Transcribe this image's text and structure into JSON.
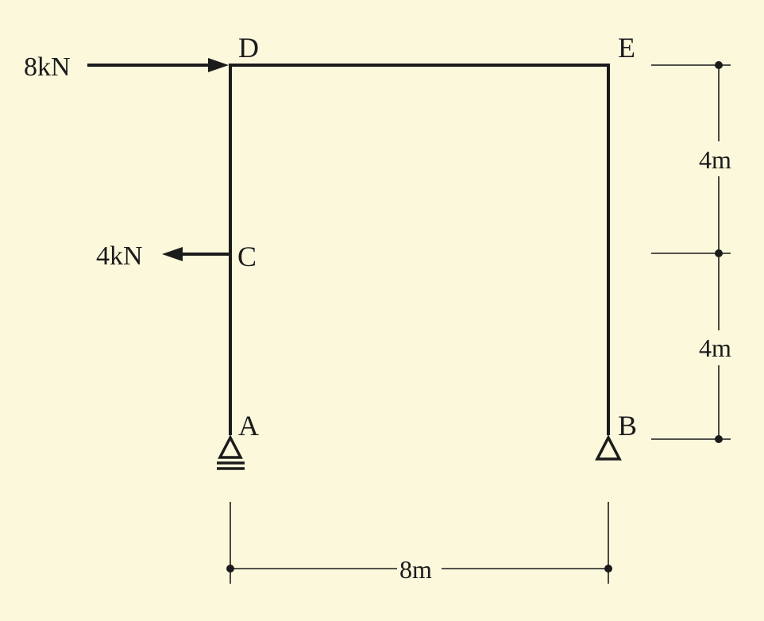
{
  "diagram": {
    "nodes": {
      "A": "A",
      "B": "B",
      "C": "C",
      "D": "D",
      "E": "E"
    },
    "loads": {
      "top": "8kN",
      "mid": "4kN"
    },
    "dimensions": {
      "upper_height": "4m",
      "lower_height": "4m",
      "span": "8m"
    },
    "colors": {
      "background": "#fbf8dc",
      "ink": "#1b1b1b"
    }
  }
}
